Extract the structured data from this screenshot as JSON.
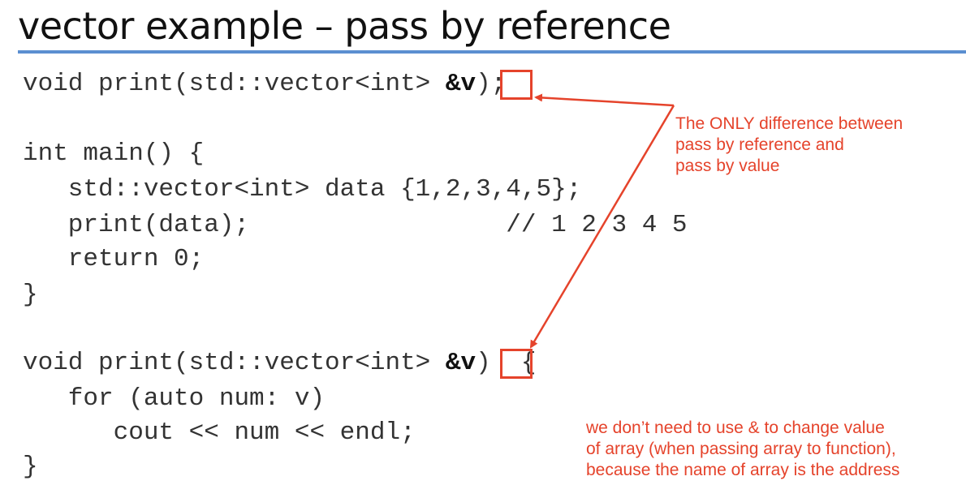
{
  "title": "vector example – pass by reference",
  "code": {
    "line1_pre": "void print(std::vector<int> ",
    "ref_amp": "&",
    "ref_v": "v",
    "line1_post": ");",
    "line2": "",
    "line3": "int main() {",
    "line4": "   std::vector<int> data {1,2,3,4,5};",
    "line5": "   print(data);                 // 1 2 3 4 5",
    "line6": "   return 0;",
    "line7": "}",
    "line8": "",
    "line9_pre": "void print(std::vector<int> ",
    "line9_post": ")  {",
    "line10": "   for (auto num: v)",
    "line11": "      cout << num << endl;",
    "line12": "}"
  },
  "annotations": {
    "top_note": [
      "The ONLY difference between",
      "pass by reference and",
      "pass by value"
    ],
    "bottom_note": [
      "we don’t need to use & to change value",
      "of array (when passing array to function),",
      "because the name of array is the address"
    ]
  },
  "colors": {
    "accent_red": "#e5432b",
    "rule_blue": "#5b8fd1",
    "code_text": "#333333"
  }
}
